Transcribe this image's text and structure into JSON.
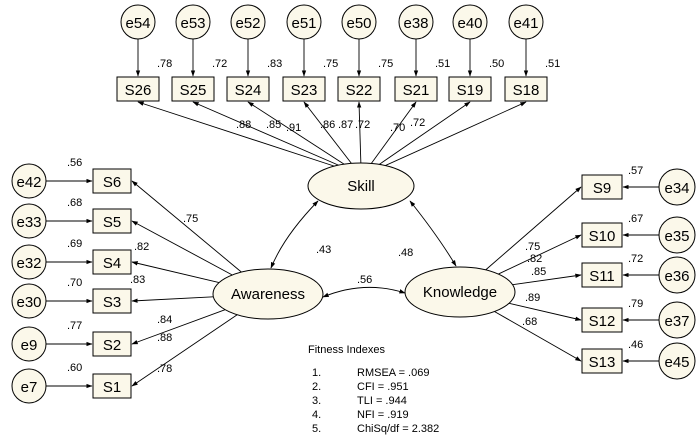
{
  "latents": {
    "skill": "Skill",
    "awareness": "Awareness",
    "knowledge": "Knowledge"
  },
  "skill_items": [
    {
      "item": "S26",
      "error": "e54",
      "r2": ".78",
      "loading": ".88"
    },
    {
      "item": "S25",
      "error": "e53",
      "r2": ".72",
      "loading": ".85"
    },
    {
      "item": "S24",
      "error": "e52",
      "r2": ".83",
      "loading": ".91"
    },
    {
      "item": "S23",
      "error": "e51",
      "r2": ".75",
      "loading": ".86"
    },
    {
      "item": "S22",
      "error": "e50",
      "r2": ".75",
      "loading": ".87"
    },
    {
      "item": "S21",
      "error": "e38",
      "r2": ".51",
      "loading": ".72"
    },
    {
      "item": "S19",
      "error": "e40",
      "r2": ".50",
      "loading": ".70"
    },
    {
      "item": "S18",
      "error": "e41",
      "r2": ".51",
      "loading": ".72"
    }
  ],
  "awareness_items": [
    {
      "item": "S6",
      "error": "e42",
      "r2": ".56",
      "loading": ".75"
    },
    {
      "item": "S5",
      "error": "e33",
      "r2": ".68",
      "loading": ".82"
    },
    {
      "item": "S4",
      "error": "e32",
      "r2": ".69",
      "loading": ".83"
    },
    {
      "item": "S3",
      "error": "e30",
      "r2": ".70",
      "loading": ".84"
    },
    {
      "item": "S2",
      "error": "e9",
      "r2": ".77",
      "loading": ".88"
    },
    {
      "item": "S1",
      "error": "e7",
      "r2": ".60",
      "loading": ".78"
    }
  ],
  "knowledge_items": [
    {
      "item": "S9",
      "error": "e34",
      "r2": ".57",
      "loading": ".75"
    },
    {
      "item": "S10",
      "error": "e35",
      "r2": ".67",
      "loading": ".82"
    },
    {
      "item": "S11",
      "error": "e36",
      "r2": ".72",
      "loading": ".85"
    },
    {
      "item": "S12",
      "error": "e37",
      "r2": ".79",
      "loading": ".89"
    },
    {
      "item": "S13",
      "error": "e45",
      "r2": ".46",
      "loading": ".68"
    }
  ],
  "correlations": {
    "skill_awareness": ".43",
    "skill_knowledge": ".48",
    "awareness_knowledge": ".56"
  },
  "fitness": {
    "title": "Fitness Indexes",
    "items": [
      {
        "num": "1.",
        "text": "RMSEA = .069"
      },
      {
        "num": "2.",
        "text": "CFI = .951"
      },
      {
        "num": "3.",
        "text": "TLI = .944"
      },
      {
        "num": "4.",
        "text": "NFI = .919"
      },
      {
        "num": "5.",
        "text": "ChiSq/df = 2.382"
      }
    ]
  }
}
